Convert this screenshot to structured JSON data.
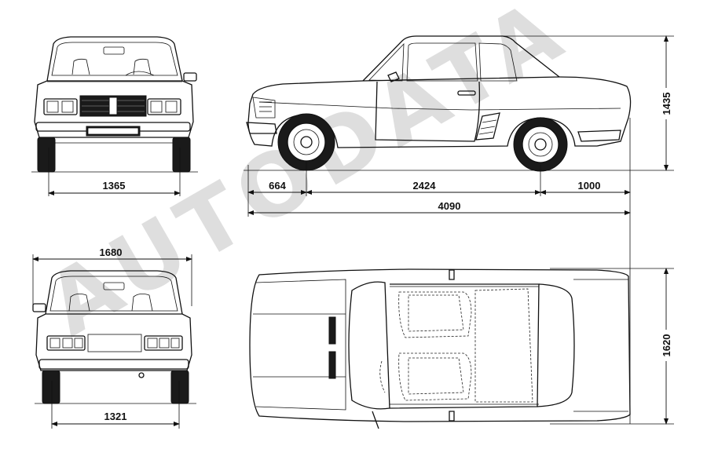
{
  "diagram": {
    "watermark_text": "AUTODATA",
    "colors": {
      "line": "#111111",
      "background": "#ffffff",
      "watermark": "#d4d4d4"
    },
    "views": {
      "front": {
        "track_front": "1365"
      },
      "rear": {
        "overall_width": "1680",
        "track_rear": "1321"
      },
      "side": {
        "height": "1435",
        "front_overhang": "664",
        "wheelbase": "2424",
        "rear_overhang": "1000",
        "overall_length": "4090"
      },
      "top": {
        "width": "1620"
      }
    }
  }
}
